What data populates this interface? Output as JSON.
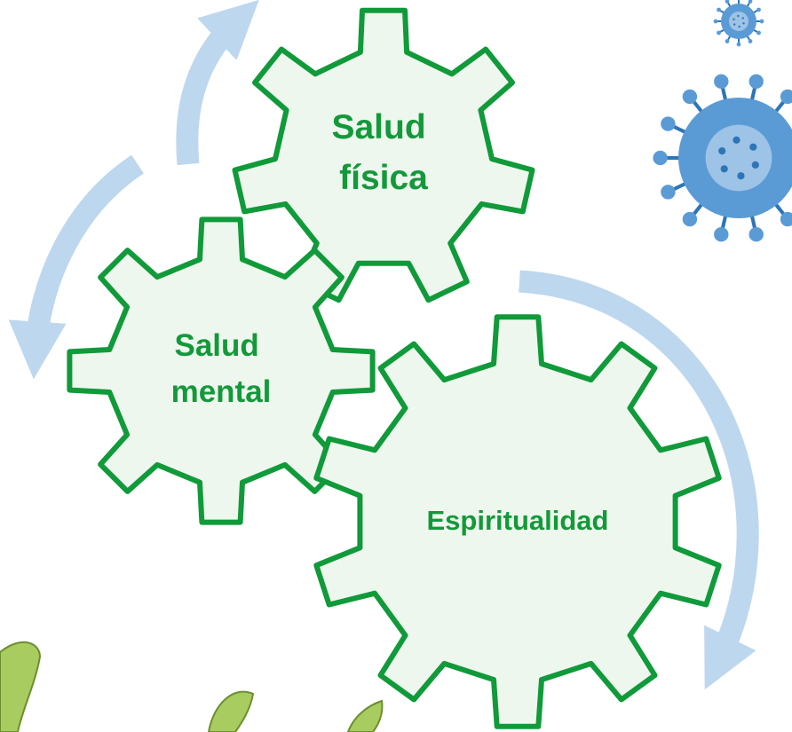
{
  "colors": {
    "gear_stroke": "#109a3a",
    "gear_fill": "#eef7ee",
    "label": "#13993a",
    "arrow": "#bdd7ee",
    "virus_body": "#5b9bd5",
    "virus_light": "#9dc3e6",
    "virus_dark": "#2e75b6",
    "leaf": "#a8cc5f",
    "leaf_dark": "#6b8f2e"
  },
  "icons": [
    "cycle-arrow-icon",
    "gear-icon",
    "virus-icon",
    "leaf-icon"
  ],
  "gears": [
    {
      "id": "fisica",
      "lines": [
        "Salud",
        "física"
      ]
    },
    {
      "id": "mental",
      "lines": [
        "Salud",
        "mental"
      ]
    },
    {
      "id": "espiritualidad",
      "lines": [
        "Espiritualidad"
      ]
    }
  ]
}
